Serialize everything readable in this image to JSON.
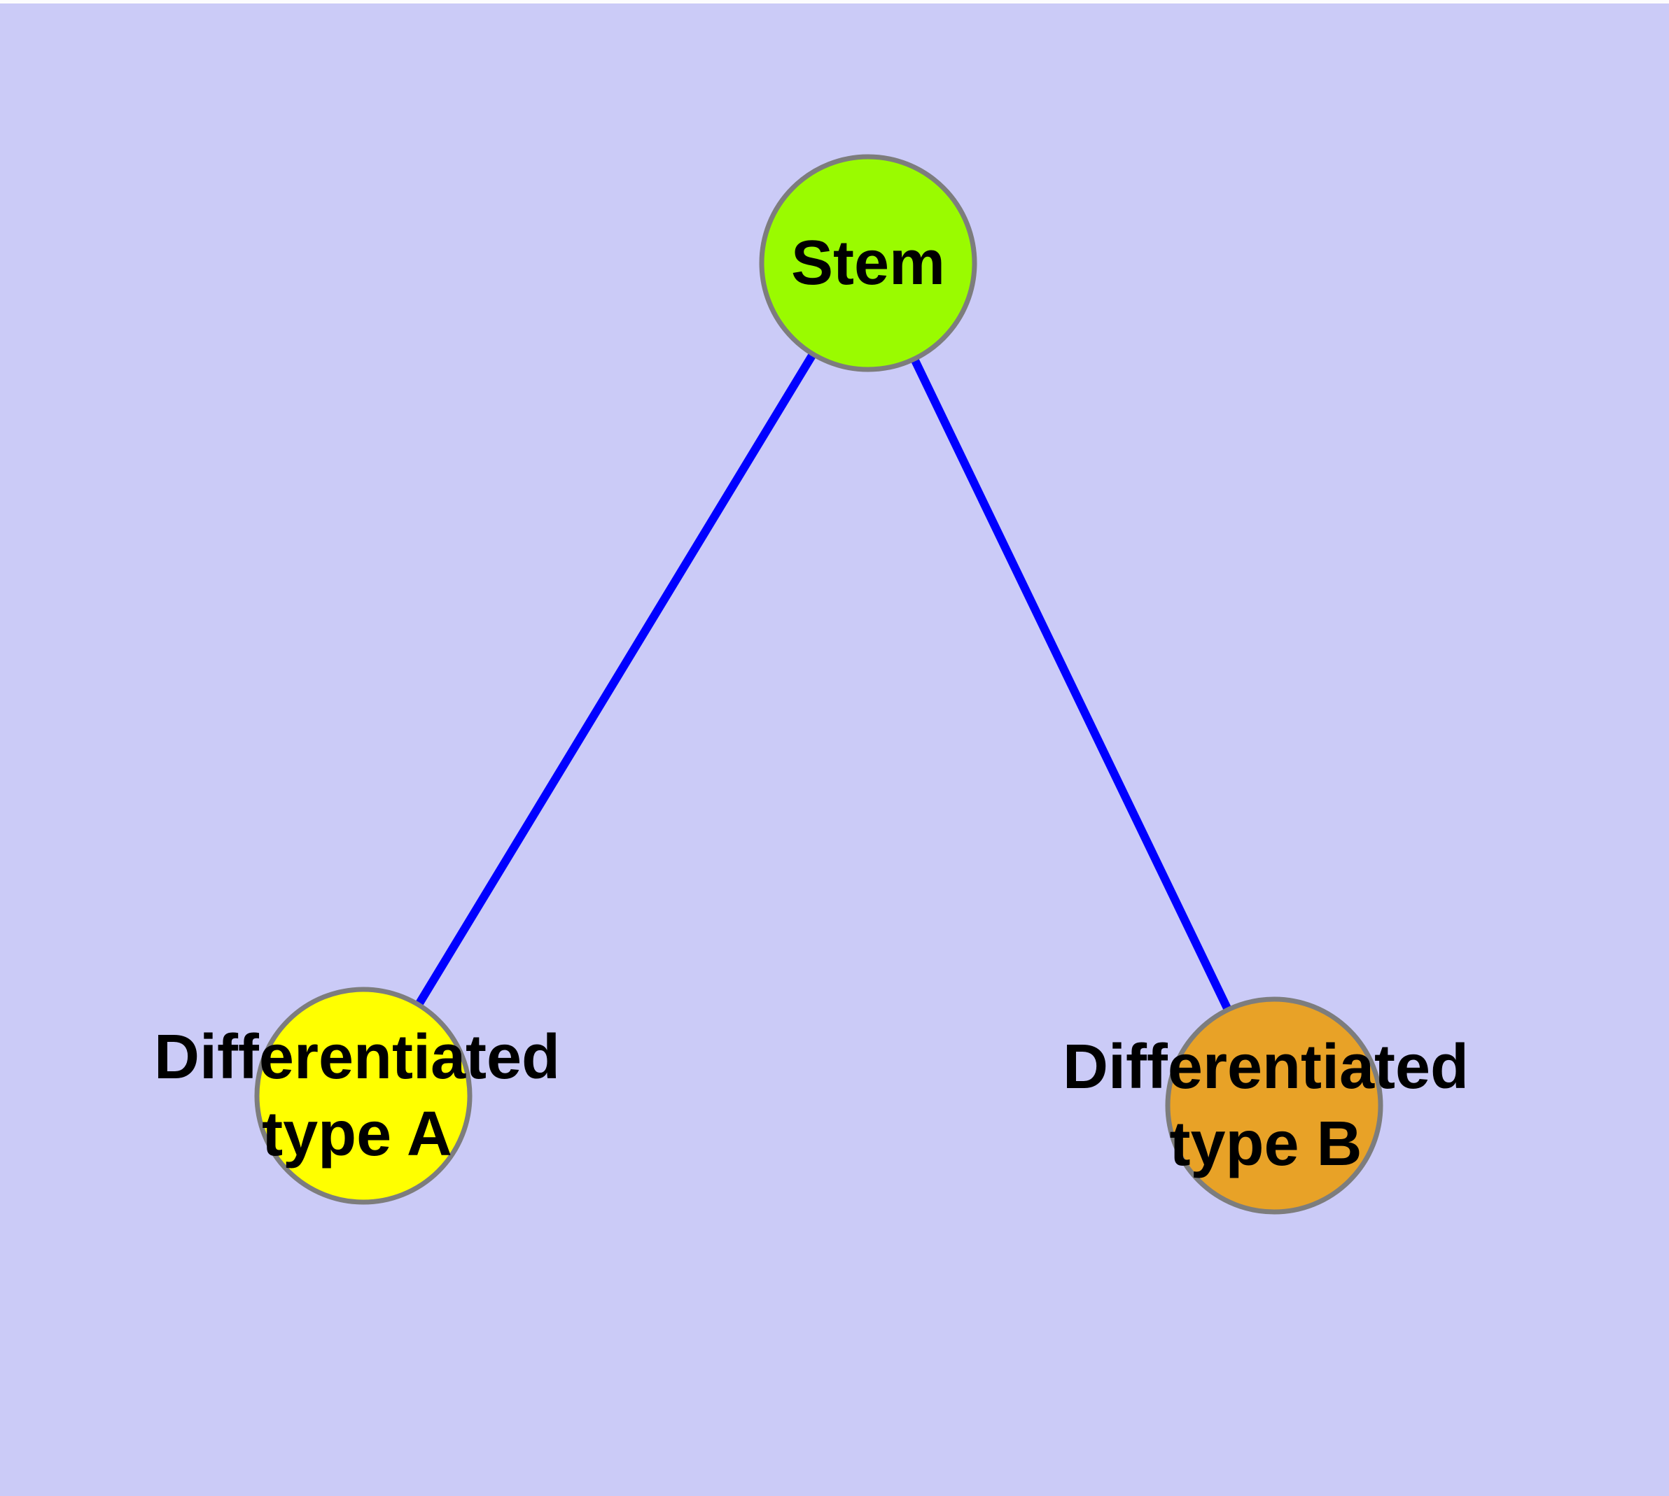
{
  "diagram": {
    "background_color": "#CBCBF7",
    "top_edge_color": "#FCFCFE",
    "edge_color": "#0000FF",
    "node_border_color": "#7D7D7D",
    "text_color": "#000000",
    "nodes": [
      {
        "id": "stem",
        "label": "Stem",
        "fill": "#9AFB00"
      },
      {
        "id": "type-a",
        "label_line1": "Differentiated",
        "label_line2": "type A",
        "fill": "#FFFF00"
      },
      {
        "id": "type-b",
        "label_line1": "Differentiated",
        "label_line2": "type B",
        "fill": "#E8A227"
      }
    ],
    "edges": [
      {
        "from": "stem",
        "to": "type-a"
      },
      {
        "from": "stem",
        "to": "type-b"
      }
    ]
  }
}
